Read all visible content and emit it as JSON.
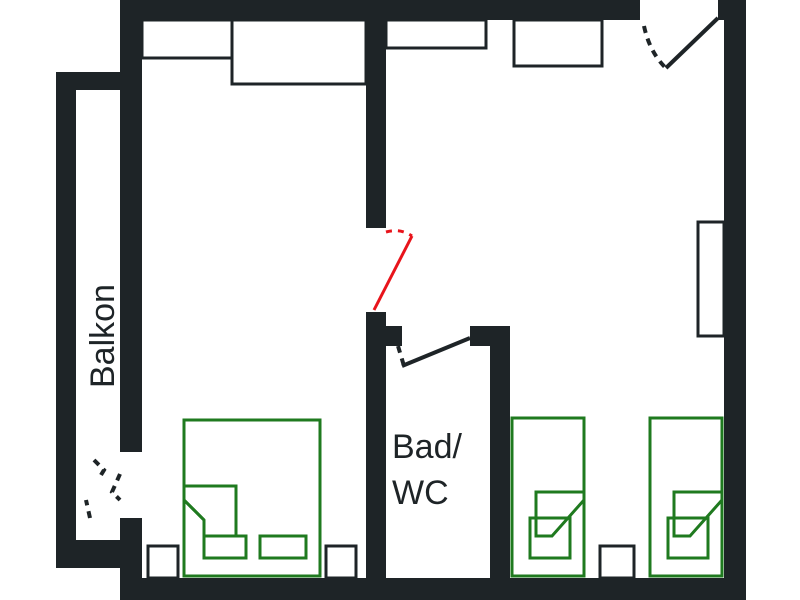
{
  "labels": {
    "balcony": "Balkon",
    "bathroom_line1": "Bad/",
    "bathroom_line2": "WC"
  },
  "colors": {
    "wall": "#1e2427",
    "bed": "#1f7a1f",
    "connecting_door": "#e8141b",
    "background": "#ffffff"
  }
}
